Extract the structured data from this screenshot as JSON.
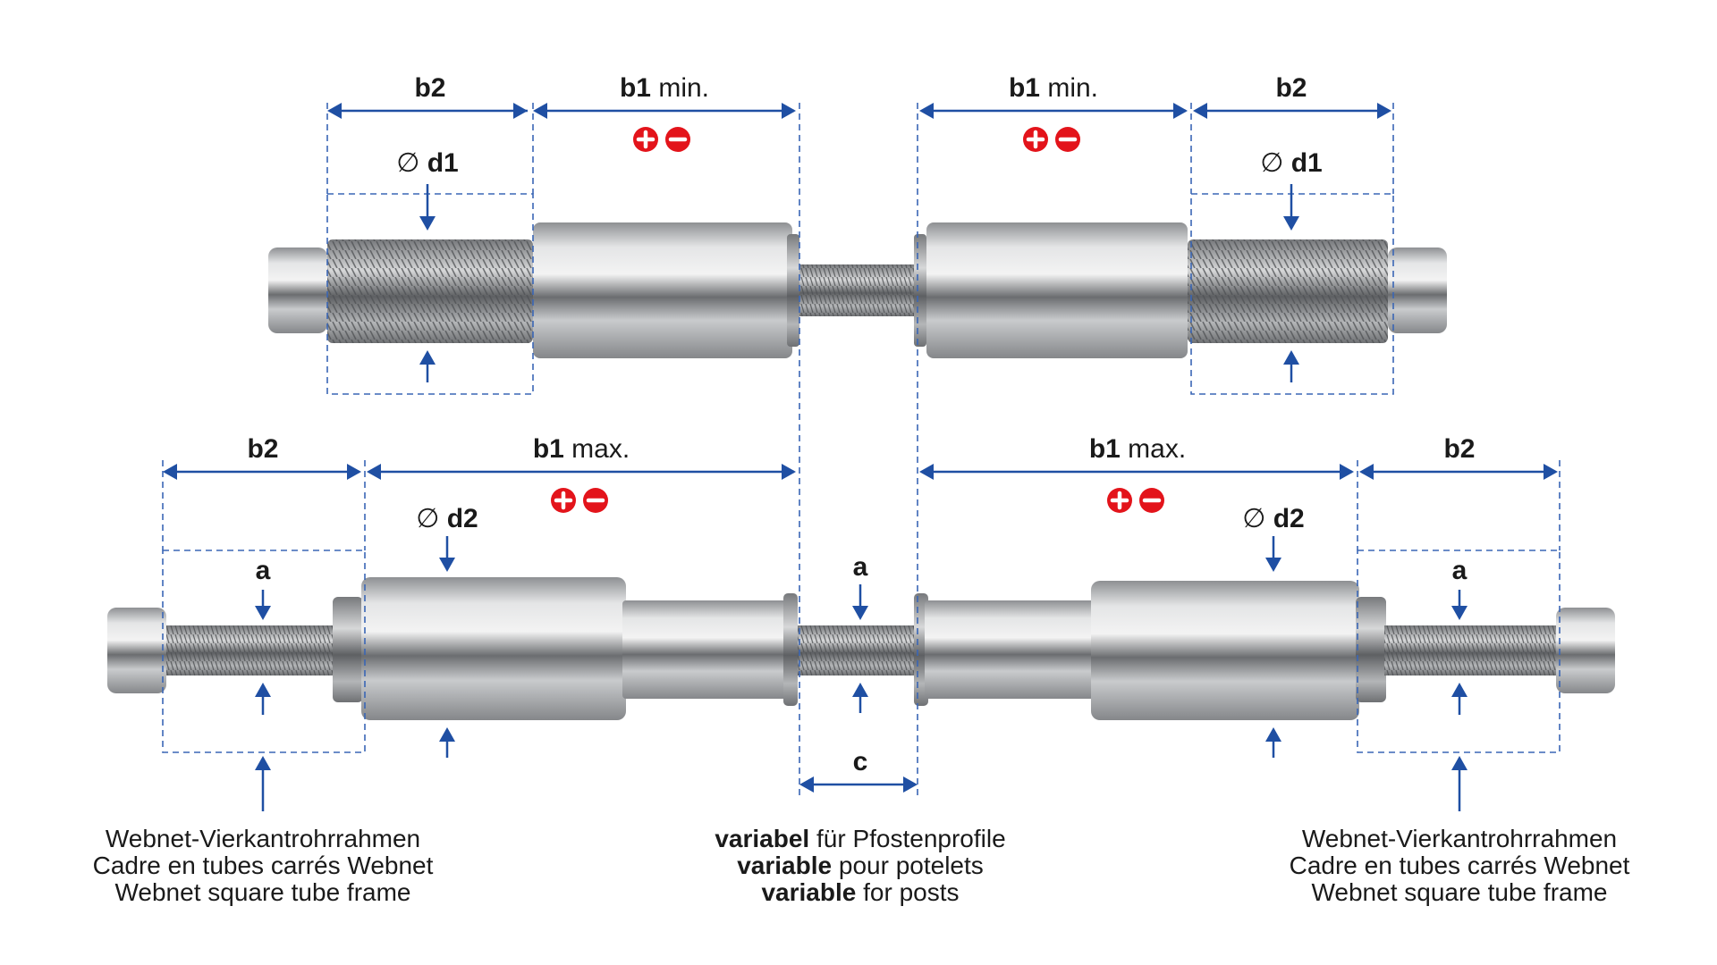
{
  "colors": {
    "accent": "#1f4fa3",
    "plus_minus": "#e3141b",
    "metal": "#c8cacb"
  },
  "labels": {
    "b1": "b1",
    "b2": "b2",
    "min": "min.",
    "max": "max.",
    "d1": "d1",
    "d2": "d2",
    "a": "a",
    "c": "c",
    "diameter_symbol": "∅"
  },
  "captions": {
    "left": {
      "line1": "Webnet-Vierkantrohrrahmen",
      "line2": "Cadre en tubes carrés Webnet",
      "line3": "Webnet square tube frame"
    },
    "right": {
      "line1": "Webnet-Vierkantrohrrahmen",
      "line2": "Cadre en tubes carrés Webnet",
      "line3": "Webnet square tube frame"
    },
    "center": {
      "line1_bold": "variabel",
      "line1_rest": " für Pfostenprofile",
      "line2_bold": "variable",
      "line2_rest": " pour potelets",
      "line3_bold": "variable",
      "line3_rest": " for posts"
    }
  }
}
